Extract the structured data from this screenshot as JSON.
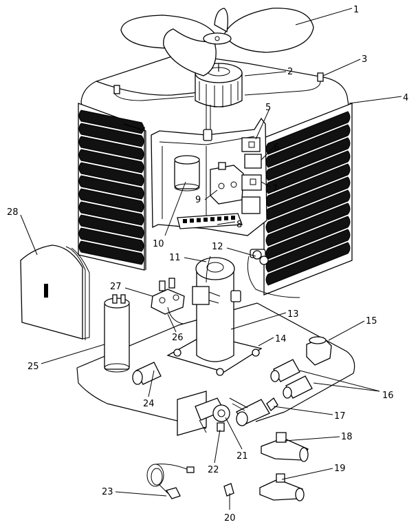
{
  "callouts": [
    {
      "id": "1",
      "text": "1"
    },
    {
      "id": "2",
      "text": "2"
    },
    {
      "id": "3",
      "text": "3"
    },
    {
      "id": "4",
      "text": "4"
    },
    {
      "id": "5",
      "text": "5"
    },
    {
      "id": "6",
      "text": "6"
    },
    {
      "id": "7",
      "text": "7"
    },
    {
      "id": "8",
      "text": "8"
    },
    {
      "id": "9",
      "text": "9"
    },
    {
      "id": "10",
      "text": "10"
    },
    {
      "id": "11",
      "text": "11"
    },
    {
      "id": "12",
      "text": "12"
    },
    {
      "id": "13",
      "text": "13"
    },
    {
      "id": "14",
      "text": "14"
    },
    {
      "id": "15",
      "text": "15"
    },
    {
      "id": "16",
      "text": "16"
    },
    {
      "id": "17",
      "text": "17"
    },
    {
      "id": "18",
      "text": "18"
    },
    {
      "id": "19",
      "text": "19"
    },
    {
      "id": "20",
      "text": "20"
    },
    {
      "id": "21",
      "text": "21"
    },
    {
      "id": "22",
      "text": "22"
    },
    {
      "id": "23",
      "text": "23"
    },
    {
      "id": "24",
      "text": "24"
    },
    {
      "id": "25",
      "text": "25"
    },
    {
      "id": "26",
      "text": "26"
    },
    {
      "id": "27",
      "text": "27"
    },
    {
      "id": "28",
      "text": "28"
    }
  ],
  "colors": {
    "line": "#000000",
    "background": "#ffffff"
  }
}
